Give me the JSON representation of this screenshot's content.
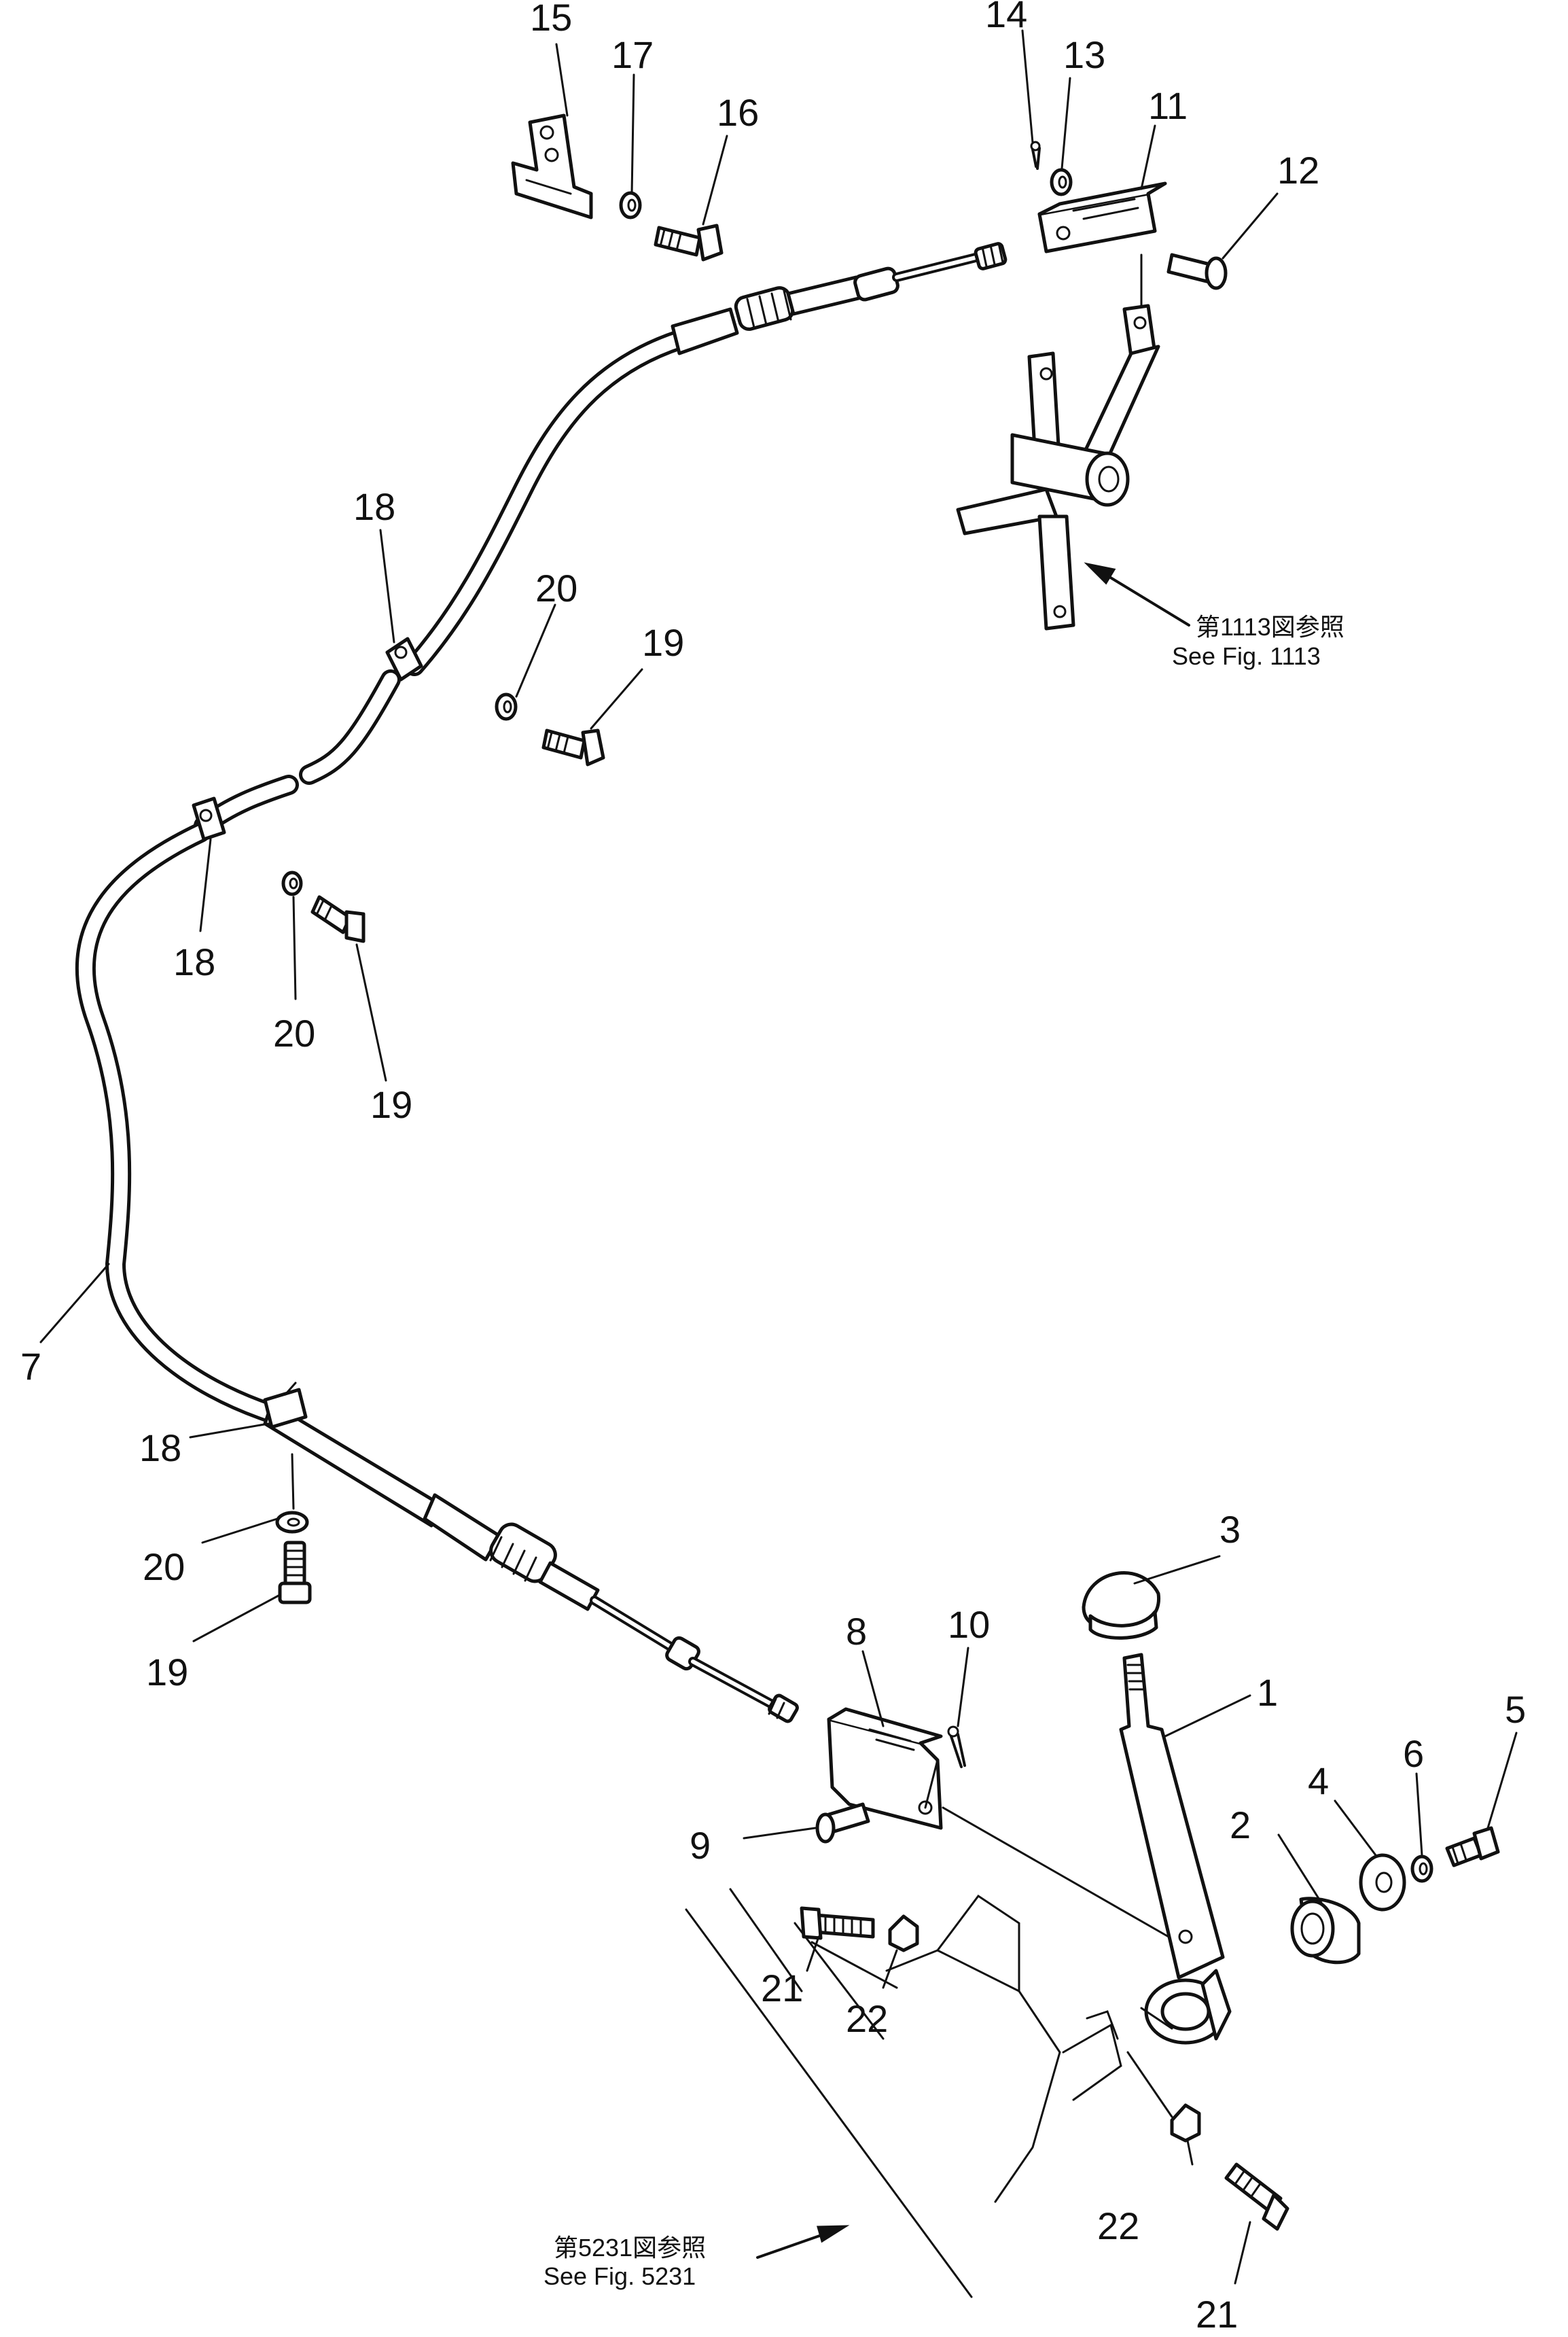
{
  "labels": {
    "n1": "1",
    "n2": "2",
    "n3": "3",
    "n4": "4",
    "n5": "5",
    "n6": "6",
    "n7": "7",
    "n8": "8",
    "n9": "9",
    "n10": "10",
    "n11": "11",
    "n12": "12",
    "n13": "13",
    "n14": "14",
    "n15": "15",
    "n16": "16",
    "n17": "17",
    "n18a": "18",
    "n18b": "18",
    "n18c": "18",
    "n19a": "19",
    "n19b": "19",
    "n19c": "19",
    "n20a": "20",
    "n20b": "20",
    "n20c": "20",
    "n21a": "21",
    "n21b": "21",
    "n22a": "22",
    "n22b": "22"
  },
  "references": {
    "top_jp": "第1113図参照",
    "top_en": "See Fig. 1113",
    "bottom_jp": "第5231図参照",
    "bottom_en": "See Fig. 5231"
  }
}
